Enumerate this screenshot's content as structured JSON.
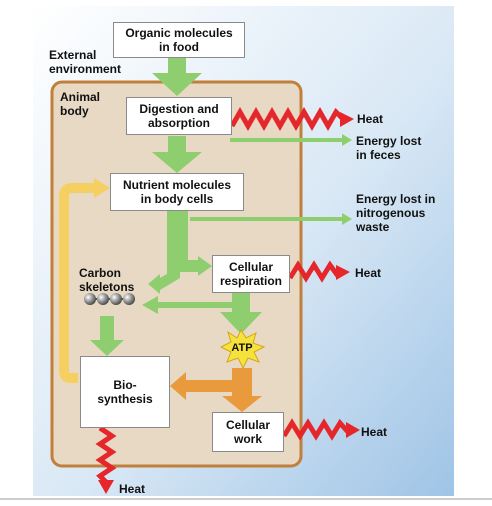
{
  "labels": {
    "food": "Organic molecules\nin food",
    "external": "External\nenvironment",
    "animal": "Animal\nbody",
    "digestion": "Digestion and\nabsorption",
    "nutrients": "Nutrient molecules\nin body cells",
    "respiration": "Cellular\nrespiration",
    "carbon": "Carbon\nskeletons",
    "atp": "ATP",
    "biosynthesis": "Bio-\nsynthesis",
    "work": "Cellular\nwork",
    "heat_digestion": "Heat",
    "feces": "Energy lost\nin feces",
    "nitrogenous": "Energy lost in\nnitrogenous\nwaste",
    "heat_respiration": "Heat",
    "heat_work": "Heat",
    "heat_bottom": "Heat"
  },
  "colors": {
    "background_top": "#ffffff",
    "background_bottom": "#a9cbe9",
    "body_fill": "#e8d9c4",
    "body_border": "#c17f3c",
    "green_arrow": "#8fce6e",
    "orange_arrow": "#e89a3c",
    "yellow_arrow": "#f6cf62",
    "heat_red": "#e5262b",
    "atp_star": "#f5e23d"
  }
}
